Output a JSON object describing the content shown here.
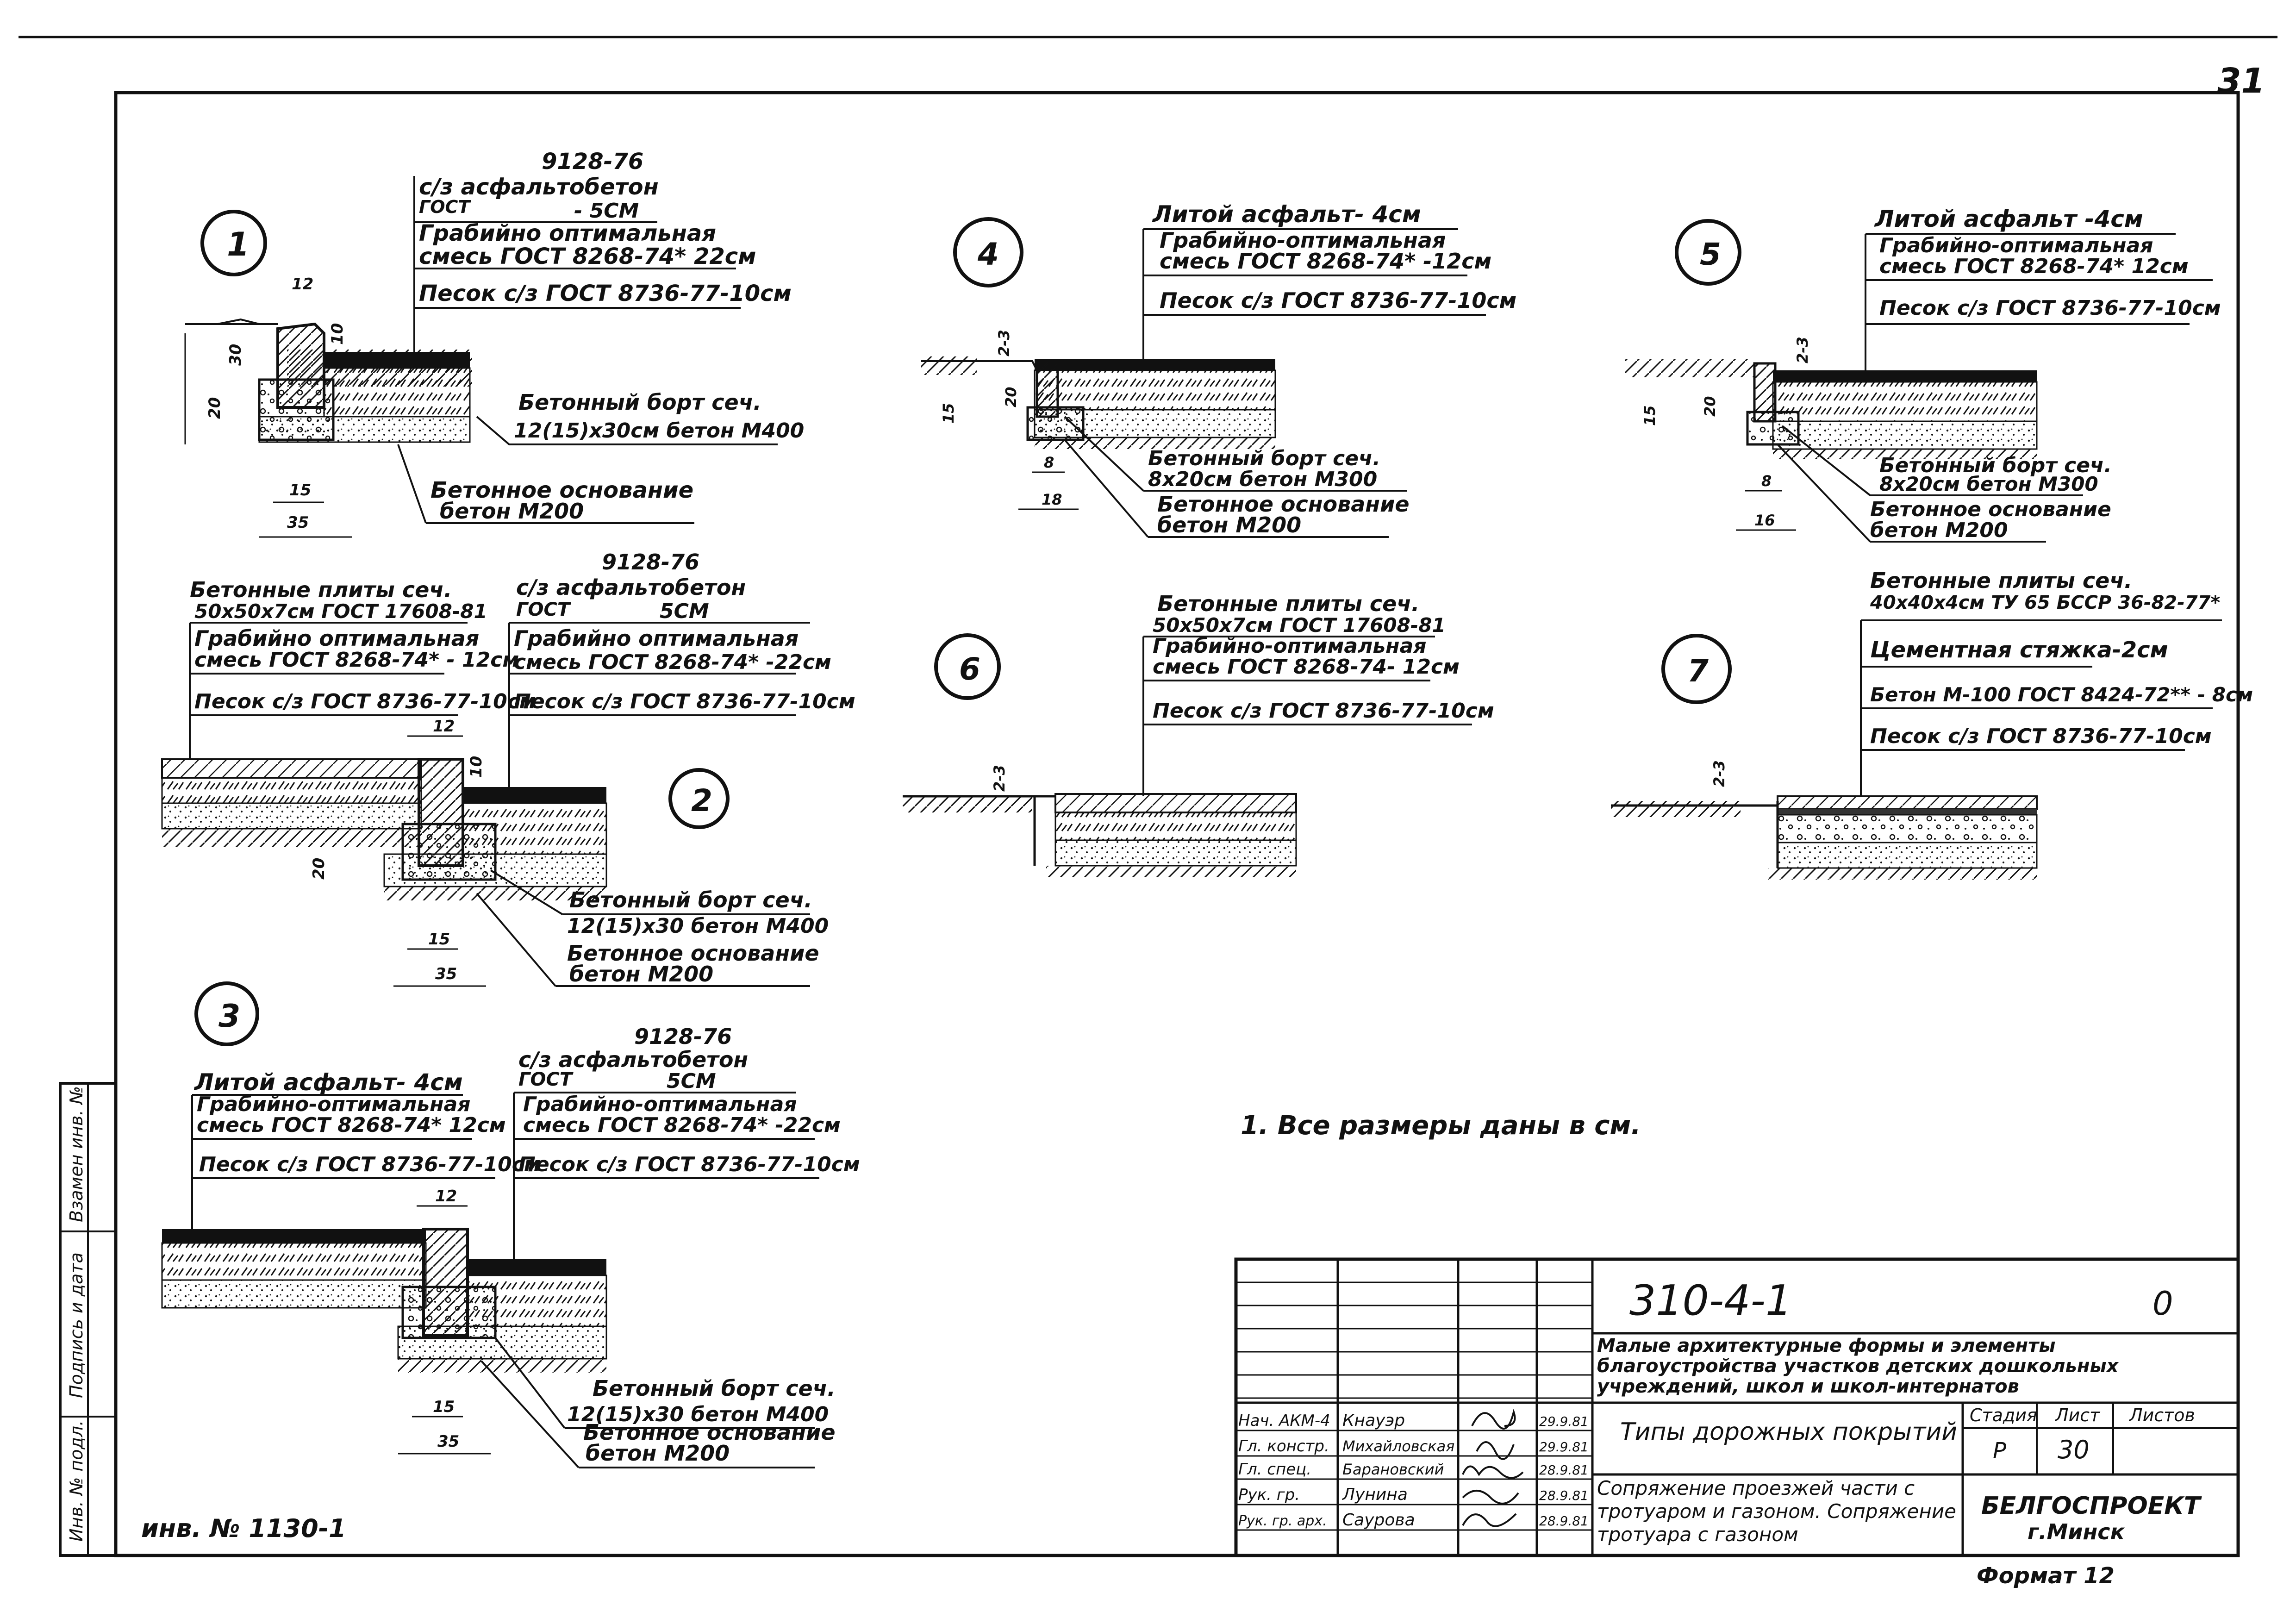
{
  "sheet": {
    "page_number": "31",
    "format": "Формат 12",
    "inventory_no": "инв. № 1130-1",
    "note": "1. Все размеры даны в см.",
    "side_stamp": [
      "Инв. № подл.",
      "Подпись и дата",
      "Взамен инв. №"
    ]
  },
  "details": [
    {
      "id": "1",
      "labels": [
        "9128-76",
        "с/з асфальтобетон",
        "ГОСТ",
        "- 5СМ",
        "Грабийно оптимальная",
        "смесь ГОСТ 8268-74* 22см",
        "Песок с/з ГОСТ 8736-77-10см"
      ],
      "notes": [
        "Бетонный борт сеч.",
        "12(15)х30см бетон М400",
        "Бетонное основание",
        "бетон М200"
      ],
      "dims": [
        "12",
        "10",
        "20",
        "30",
        "15",
        "35"
      ]
    },
    {
      "id": "2",
      "labels_left": [
        "Бетонные плиты сеч.",
        "50х50х7см ГОСТ 17608-81",
        "Грабийно оптимальная",
        "смесь ГОСТ 8268-74* - 12см",
        "Песок с/з ГОСТ 8736-77-10см"
      ],
      "labels_right": [
        "9128-76",
        "с/з асфальтобетон",
        "ГОСТ",
        "5СМ",
        "Грабийно оптимальная",
        "смесь ГОСТ 8268-74* -22см",
        "Песок с/з ГОСТ 8736-77-10см"
      ],
      "notes": [
        "Бетонный борт сеч.",
        "12(15)х30 бетон М400",
        "Бетонное основание",
        "бетон М200"
      ],
      "dims": [
        "12",
        "10",
        "20",
        "15",
        "35"
      ]
    },
    {
      "id": "3",
      "labels_left": [
        "Литой асфальт- 4см",
        "Грабийно-оптимальная",
        "смесь ГОСТ 8268-74* 12см",
        "Песок с/з ГОСТ 8736-77-10см"
      ],
      "labels_right": [
        "9128-76",
        "с/з асфальтобетон",
        "ГОСТ",
        "5СМ",
        "Грабийно-оптимальная",
        "смесь ГОСТ 8268-74* -22см",
        "Песок с/з ГОСТ 8736-77-10см"
      ],
      "notes": [
        "Бетонный борт сеч.",
        "12(15)х30 бетон М400",
        "Бетонное основание",
        "бетон М200"
      ],
      "dims": [
        "12",
        "15",
        "35"
      ]
    },
    {
      "id": "4",
      "labels": [
        "Литой асфальт- 4см",
        "Грабийно-оптимальная",
        "смесь ГОСТ 8268-74* -12см",
        "Песок с/з ГОСТ 8736-77-10см"
      ],
      "notes": [
        "Бетонный борт сеч.",
        "8х20см бетон М300",
        "Бетонное основание",
        "бетон М200"
      ],
      "dims": [
        "2-3",
        "15",
        "20",
        "8",
        "18"
      ]
    },
    {
      "id": "5",
      "labels": [
        "Литой асфальт -4см",
        "Грабийно-оптимальная",
        "смесь ГОСТ 8268-74* 12см",
        "Песок с/з ГОСТ 8736-77-10см"
      ],
      "notes": [
        "Бетонный борт сеч.",
        "8х20см бетон М300",
        "Бетонное основание",
        "бетон М200"
      ],
      "dims": [
        "2-3",
        "15",
        "20",
        "8",
        "16"
      ]
    },
    {
      "id": "6",
      "labels": [
        "Бетонные плиты сеч.",
        "50х50х7см ГОСТ 17608-81",
        "Грабийно-оптимальная",
        "смесь ГОСТ 8268-74- 12см",
        "Песок с/з ГОСТ 8736-77-10см"
      ],
      "dims": [
        "2-3"
      ]
    },
    {
      "id": "7",
      "labels": [
        "Бетонные плиты сеч.",
        "40х40х4см ТУ 65 БССР 36-82-77*",
        "Цементная стяжка-2см",
        "Бетон М-100 ГОСТ 8424-72** - 8см",
        "Песок с/з ГОСТ 8736-77-10см"
      ],
      "dims": [
        "2-3"
      ]
    }
  ],
  "title_block": {
    "code": "310-4-1",
    "code_suffix": "0",
    "project_title": "Малые архитектурные формы и элементы благоустройства участков детских дошкольных учреждений, школ и школ-интернатов",
    "sheet_title": "Типы дорожных покрытий",
    "sheet_subtitle": "Сопряжение проезжей части с тротуаром и газоном. Сопряжение тротуара с газоном",
    "organization": "БЕЛГОСПРОЕКТ",
    "city": "г.Минск",
    "stage_header": "Стадия",
    "sheet_header": "Лист",
    "sheets_header": "Листов",
    "stage": "Р",
    "sheet": "30",
    "staff": [
      {
        "role": "Нач. АКМ-4",
        "name": "Кнауэр",
        "date": "29.9.81"
      },
      {
        "role": "Гл. констр.",
        "name": "Михайловская",
        "date": "29.9.81"
      },
      {
        "role": "Гл. спец.",
        "name": "Барановский",
        "date": "28.9.81"
      },
      {
        "role": "Рук. гр.",
        "name": "Лунина",
        "date": "28.9.81"
      },
      {
        "role": "Рук. гр. арх.",
        "name": "Саурова",
        "date": "28.9.81"
      }
    ]
  }
}
